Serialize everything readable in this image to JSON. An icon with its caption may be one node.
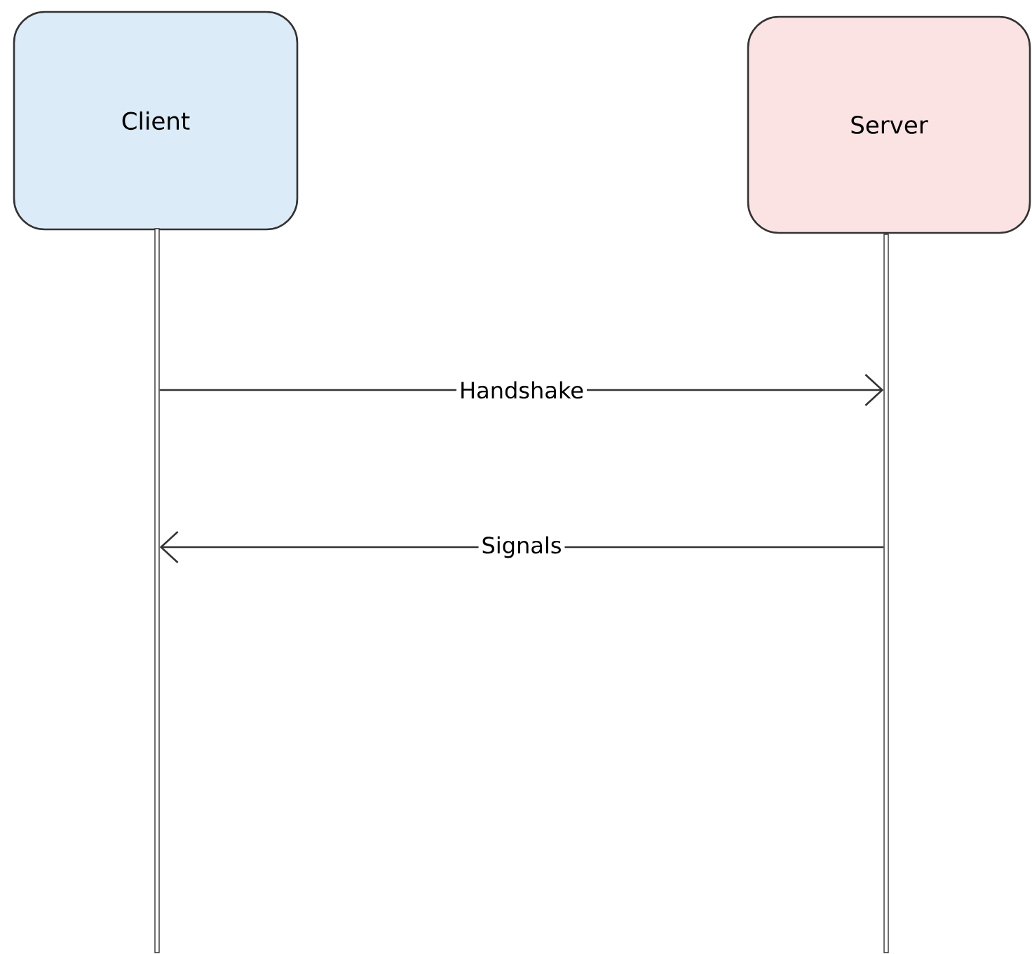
{
  "diagram": {
    "nodes": [
      {
        "text": [
          "Client"
        ]
      },
      {
        "text": [
          "Server"
        ]
      },
      {
        "text": [],
        "shape": "bar"
      },
      {
        "text": [],
        "shape": "bar"
      }
    ],
    "edges": [
      {
        "from": 2,
        "to": 3,
        "arrow": "to",
        "label": "Handshake"
      },
      {
        "from": 3,
        "to": 2,
        "arrow": "to",
        "label": "Signals"
      }
    ]
  }
}
